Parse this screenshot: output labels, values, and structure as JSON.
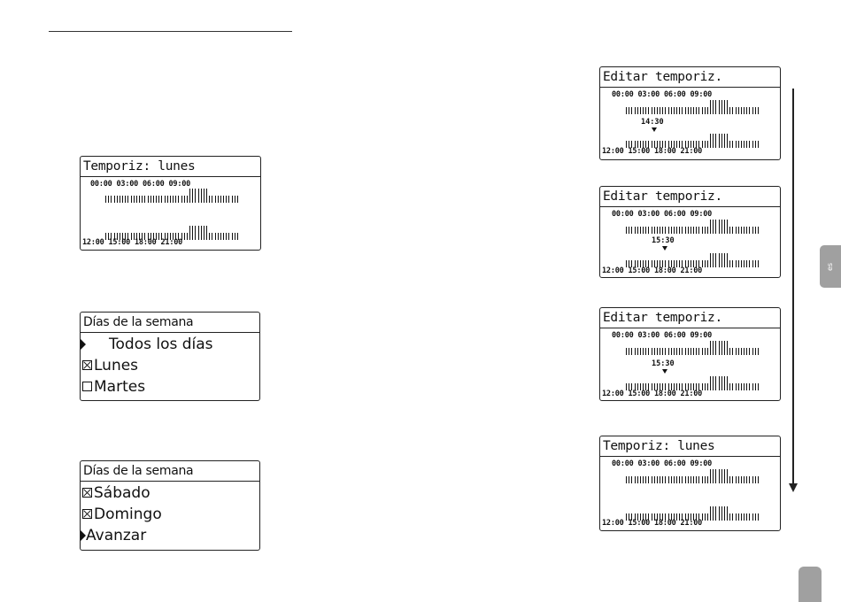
{
  "timer_screens": [
    {
      "id": "timer-screen-monday",
      "title": "Temporiz: lunes",
      "top_labels": "00:00  03:00  06:00  09:00",
      "bottom_labels": "12:00  15:00  18:00  21:00",
      "marker": null
    },
    {
      "id": "edit-screen-1",
      "title": "Editar temporiz.",
      "top_labels": "00:00  03:00  06:00  09:00",
      "bottom_labels": "12:00  15:00  18:00  21:00",
      "marker": {
        "label": "14:30",
        "style": "dotted-line"
      }
    },
    {
      "id": "edit-screen-2",
      "title": "Editar temporiz.",
      "top_labels": "00:00  03:00  06:00  09:00",
      "bottom_labels": "12:00  15:00  18:00  21:00",
      "marker": {
        "label": "15:30",
        "style": "dotted-block"
      }
    },
    {
      "id": "edit-screen-3",
      "title": "Editar temporiz.",
      "top_labels": "00:00  03:00  06:00  09:00",
      "bottom_labels": "12:00  15:00  18:00  21:00",
      "marker": {
        "label": "15:30",
        "style": "solid-block"
      }
    },
    {
      "id": "timer-screen-monday-2",
      "title": "Temporiz: lunes",
      "top_labels": "00:00  03:00  06:00  09:00",
      "bottom_labels": "12:00  15:00  18:00  21:00",
      "marker": null
    }
  ],
  "menu_screens": [
    {
      "id": "weekday-menu-1",
      "title": "Días de la semana",
      "rows": [
        {
          "label": "Todos los días",
          "type": "cursor-indent"
        },
        {
          "label": "Lunes",
          "type": "checked"
        },
        {
          "label": "Martes",
          "type": "unchecked"
        }
      ]
    },
    {
      "id": "weekday-menu-2",
      "title": "Días de la semana",
      "rows": [
        {
          "label": "Sábado",
          "type": "checked"
        },
        {
          "label": "Domingo",
          "type": "checked"
        },
        {
          "label": "Avanzar",
          "type": "cursor"
        }
      ]
    }
  ],
  "side_tab": {
    "label": "es"
  },
  "colors": {
    "ink": "#111111",
    "tab": "#a0a0a0"
  }
}
